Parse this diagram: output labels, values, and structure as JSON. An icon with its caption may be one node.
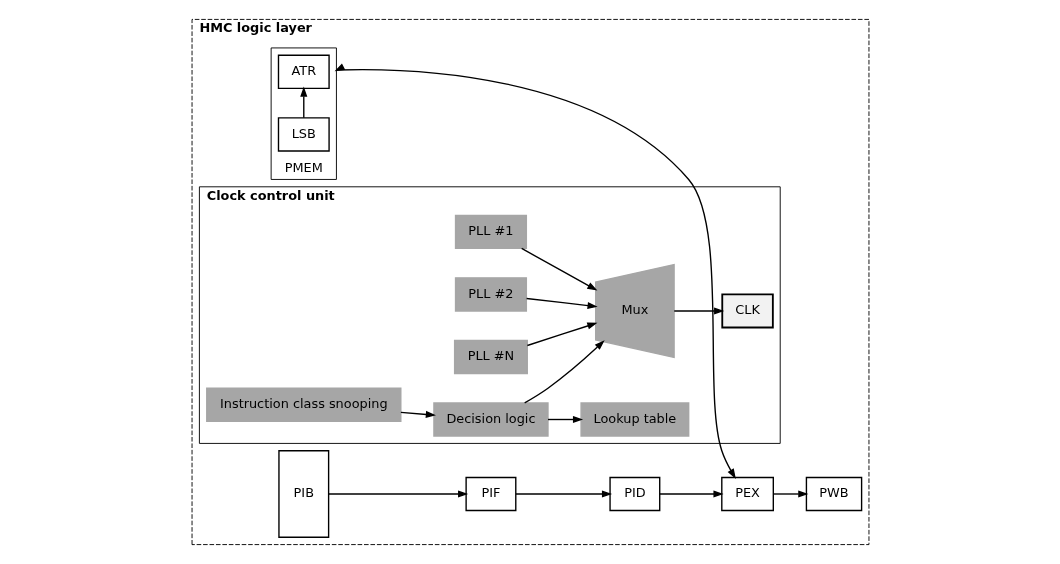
{
  "diagram": {
    "nodes": [
      {
        "text": [
          "HMC logic layer"
        ]
      },
      {
        "text": [
          "PIB"
        ],
        "in": 0
      },
      {
        "text": [
          "PIF"
        ],
        "in": 0
      },
      {
        "text": [
          "PID"
        ],
        "in": 0
      },
      {
        "text": [
          "PEX"
        ],
        "in": 0
      },
      {
        "text": [
          "PMEM"
        ],
        "in": 0
      },
      {
        "text": [
          "ATR"
        ],
        "in": 5
      },
      {
        "text": [
          "LSB"
        ],
        "in": 5
      },
      {
        "text": [
          "PWB"
        ],
        "in": 0
      },
      {
        "text": [
          "Clock control unit"
        ],
        "in": 0
      },
      {
        "text": [
          "Lookup table"
        ],
        "in": 9
      },
      {
        "text": [
          "PLL #1"
        ],
        "in": 9
      },
      {
        "text": [
          "PLL #2"
        ],
        "in": 9
      },
      {
        "text": [
          "PLL #N"
        ],
        "in": 9
      },
      {
        "text": [
          "Mux"
        ],
        "in": 9
      },
      {
        "text": [
          "CLK"
        ],
        "in": 9
      },
      {
        "text": [
          "Instruction class snooping"
        ],
        "in": 9
      },
      {
        "text": [
          "Decision logic"
        ],
        "in": 9
      }
    ],
    "edges": [
      {
        "from": 1,
        "to": 2,
        "arrow": "to"
      },
      {
        "from": 2,
        "to": 3,
        "arrow": "to"
      },
      {
        "from": 3,
        "to": 4,
        "arrow": "to"
      },
      {
        "from": 4,
        "to": 8,
        "arrow": "to"
      },
      {
        "from": 4,
        "to": 5,
        "arrow": "both"
      },
      {
        "from": 7,
        "to": 6,
        "arrow": "to"
      },
      {
        "from": 17,
        "to": 10,
        "arrow": "to"
      },
      {
        "from": 11,
        "to": 14,
        "arrow": "to"
      },
      {
        "from": 12,
        "to": 14,
        "arrow": "to"
      },
      {
        "from": 13,
        "to": 14,
        "arrow": "to"
      },
      {
        "from": 14,
        "to": 15,
        "arrow": "to"
      },
      {
        "from": 16,
        "to": 17,
        "arrow": "to"
      },
      {
        "from": 17,
        "to": 14,
        "arrow": "to"
      }
    ]
  }
}
